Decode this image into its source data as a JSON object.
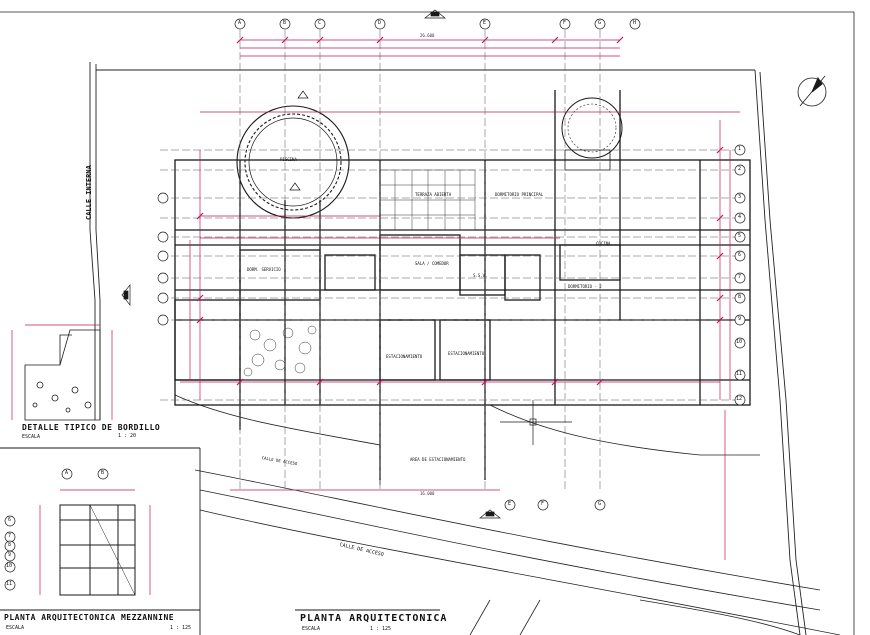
{
  "drawing": {
    "main_title": "PLANTA ARQUITECTONICA",
    "main_scale": "ESCALA",
    "main_scale_value": "1 : 125",
    "mezz_title": "PLANTA ARQUITECTONICA MEZZANNINE",
    "mezz_scale": "ESCALA",
    "mezz_scale_value": "1 : 125",
    "detail_title": "DETALLE TIPICO DE BORDILLO",
    "detail_scale": "ESCALA",
    "detail_scale_value": "1 : 20"
  },
  "streets": {
    "calle_interna": "CALLE INTERNA",
    "calle_acceso_lower": "CALLE DE ACCESO",
    "calle_acceso_upper": "CALLE DE ACCESO"
  },
  "rooms": {
    "piscina": "PISCINA",
    "terraza_abierta": "TERRAZA ABIERTA",
    "dormitorio_principal": "DORMITORIO PRINCIPAL",
    "sala_comedor": "SALA / COMEDOR",
    "dormitorio_2": "DORMITORIO - 2",
    "cocina": "COCINA",
    "dorm_servicio": "DORM. SERVICIO",
    "estacionamiento_1": "ESTACIONAMIENTO",
    "estacionamiento_2": "ESTACIONAMIENTO",
    "area_estacionamiento": "AREA DE ESTACIONAMIENTO",
    "ssv": "S.S.V."
  },
  "grid_top": [
    "A",
    "B",
    "C",
    "D",
    "E",
    "F",
    "G",
    "H"
  ],
  "grid_right": [
    "1",
    "2",
    "3",
    "4",
    "5",
    "6",
    "7",
    "8",
    "9",
    "10",
    "11",
    "12"
  ],
  "grid_bottom": [
    "E",
    "F",
    "G"
  ],
  "mezz_grid_top": [
    "A",
    "B"
  ],
  "mezz_grid_left": [
    "6",
    "7",
    "8",
    "9",
    "10",
    "11"
  ],
  "dimensions": {
    "overall": "26.600",
    "overall_bottom": "16.000"
  },
  "colors": {
    "line": "#1a1a1a",
    "dimension": "#c2185b",
    "gridline": "#555555",
    "paper": "#ffffff"
  }
}
